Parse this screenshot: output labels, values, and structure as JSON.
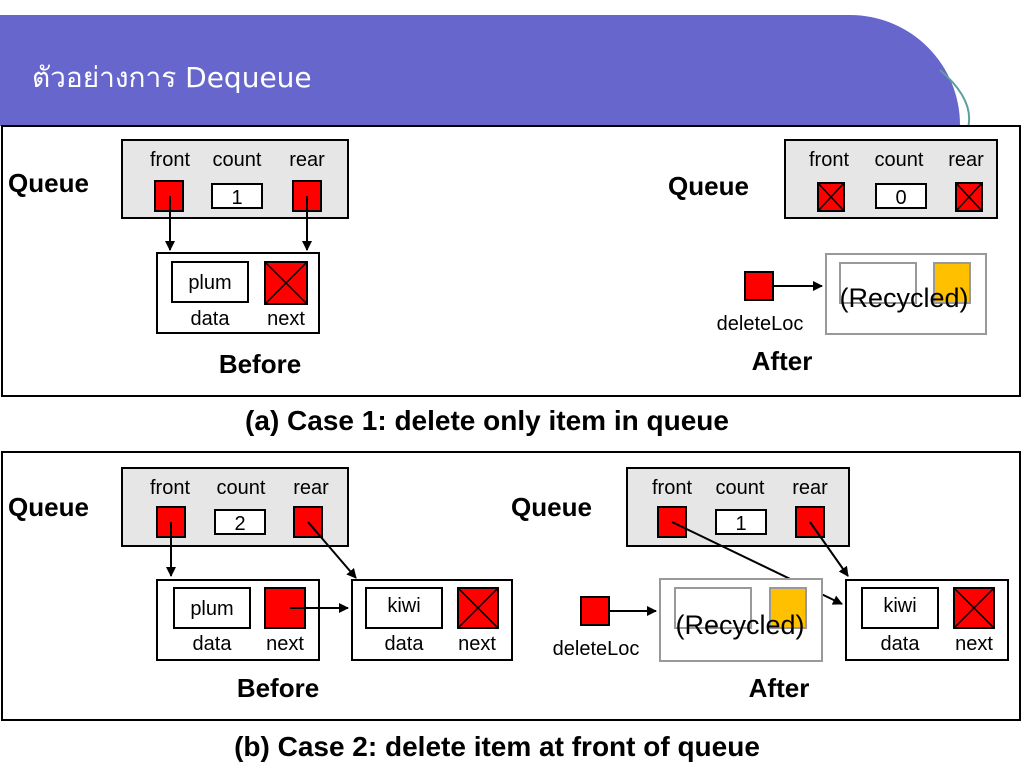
{
  "slide": {
    "title": "ตัวอย่างการ Dequeue"
  },
  "labels": {
    "queue": "Queue",
    "front": "front",
    "count": "count",
    "rear": "rear",
    "data": "data",
    "next": "next",
    "delete_loc": "deleteLoc",
    "recycled": "(Recycled)",
    "before": "Before",
    "after": "After"
  },
  "case1": {
    "caption": "(a) Case 1: delete only item in queue",
    "before": {
      "count": "1",
      "node_data": "plum"
    },
    "after": {
      "count": "0"
    }
  },
  "case2": {
    "caption": "(b) Case 2: delete item at front of queue",
    "before": {
      "count": "2",
      "node1_data": "plum",
      "node2_data": "kiwi"
    },
    "after": {
      "count": "1",
      "node_data": "kiwi"
    }
  },
  "colors": {
    "title_bar": "#6666cc",
    "pointer": "#ff0000",
    "queue_header": "#e6e6e6",
    "recycled_marker": "#ffc000",
    "accent_arc": "#5f9ea0"
  }
}
